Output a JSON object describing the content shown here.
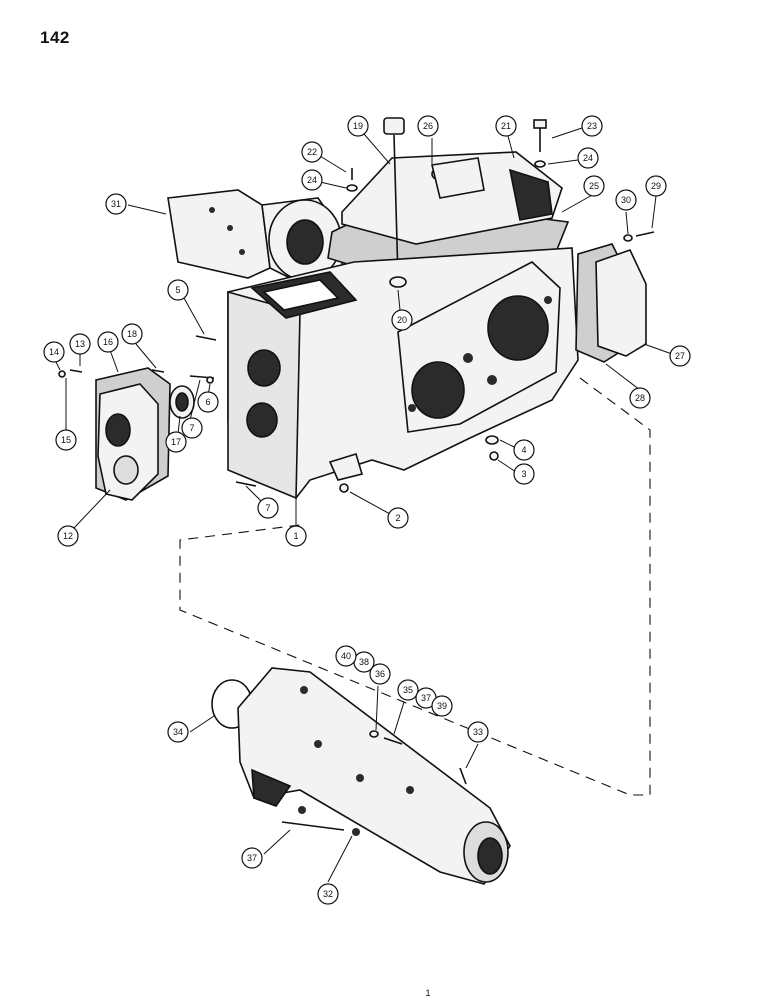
{
  "page": {
    "number": "142",
    "footer_mark": "1"
  },
  "callouts": [
    {
      "id": "1",
      "label": "1"
    },
    {
      "id": "2",
      "label": "2"
    },
    {
      "id": "3",
      "label": "3"
    },
    {
      "id": "4",
      "label": "4"
    },
    {
      "id": "5",
      "label": "5"
    },
    {
      "id": "6",
      "label": "6"
    },
    {
      "id": "7a",
      "label": "7"
    },
    {
      "id": "7b",
      "label": "7"
    },
    {
      "id": "12",
      "label": "12"
    },
    {
      "id": "13",
      "label": "13"
    },
    {
      "id": "14",
      "label": "14"
    },
    {
      "id": "15",
      "label": "15"
    },
    {
      "id": "16",
      "label": "16"
    },
    {
      "id": "17",
      "label": "17"
    },
    {
      "id": "18",
      "label": "18"
    },
    {
      "id": "19",
      "label": "19"
    },
    {
      "id": "20",
      "label": "20"
    },
    {
      "id": "21",
      "label": "21"
    },
    {
      "id": "22",
      "label": "22"
    },
    {
      "id": "23",
      "label": "23"
    },
    {
      "id": "24a",
      "label": "24"
    },
    {
      "id": "24b",
      "label": "24"
    },
    {
      "id": "25",
      "label": "25"
    },
    {
      "id": "26",
      "label": "26"
    },
    {
      "id": "27",
      "label": "27"
    },
    {
      "id": "28",
      "label": "28"
    },
    {
      "id": "29",
      "label": "29"
    },
    {
      "id": "30",
      "label": "30"
    },
    {
      "id": "31",
      "label": "31"
    },
    {
      "id": "32",
      "label": "32"
    },
    {
      "id": "33",
      "label": "33"
    },
    {
      "id": "34",
      "label": "34"
    },
    {
      "id": "35",
      "label": "35"
    },
    {
      "id": "36",
      "label": "36"
    },
    {
      "id": "37a",
      "label": "37"
    },
    {
      "id": "37b",
      "label": "37"
    },
    {
      "id": "38",
      "label": "38"
    },
    {
      "id": "39",
      "label": "39"
    },
    {
      "id": "40",
      "label": "40"
    }
  ]
}
